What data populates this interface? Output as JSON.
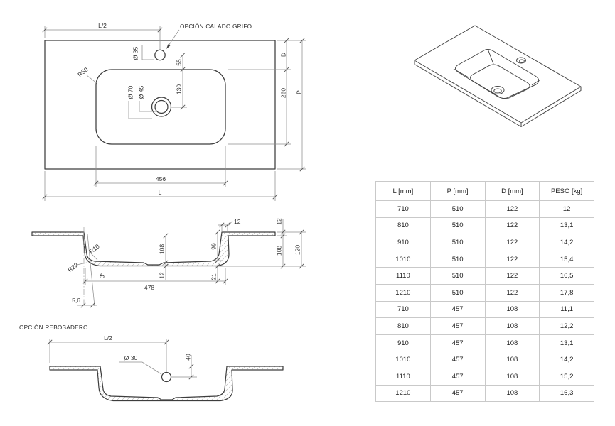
{
  "drawing": {
    "plan": {
      "callout": "OPCIÓN CALADO GRIFO",
      "dims": {
        "l_half": "L/2",
        "faucet_diameter": "Ø 35",
        "faucet_offset": "55",
        "corner_radius": "R50",
        "drain_outer": "Ø 70",
        "drain_inner": "Ø 45",
        "drain_offset": "130",
        "basin_length": "456",
        "total_length": "L",
        "deck_depth": "D",
        "basin_depth": "260",
        "total_depth": "P"
      }
    },
    "section": {
      "dims": {
        "wall_thickness": "12",
        "top_thickness": "12",
        "inner_depth_center": "108",
        "inner_depth_wall": "99",
        "depth_below_top": "108",
        "total_height": "120",
        "inner_radius": "R10",
        "outer_radius": "R22",
        "floor_slope": "3°",
        "floor_thickness": "12",
        "basin_width": "478",
        "bottom_clearance": "21",
        "wall_draft": "5,6"
      }
    },
    "overflow": {
      "title": "OPCIÓN REBOSADERO",
      "dims": {
        "l_half": "L/2",
        "hole_diameter": "Ø 30",
        "hole_offset": "40"
      }
    }
  },
  "table": {
    "headers": [
      "L [mm]",
      "P [mm]",
      "D [mm]",
      "PESO [kg]"
    ],
    "rows": [
      [
        "710",
        "510",
        "122",
        "12"
      ],
      [
        "810",
        "510",
        "122",
        "13,1"
      ],
      [
        "910",
        "510",
        "122",
        "14,2"
      ],
      [
        "1010",
        "510",
        "122",
        "15,4"
      ],
      [
        "1110",
        "510",
        "122",
        "16,5"
      ],
      [
        "1210",
        "510",
        "122",
        "17,8"
      ],
      [
        "710",
        "457",
        "108",
        "11,1"
      ],
      [
        "810",
        "457",
        "108",
        "12,2"
      ],
      [
        "910",
        "457",
        "108",
        "13,1"
      ],
      [
        "1010",
        "457",
        "108",
        "14,2"
      ],
      [
        "1110",
        "457",
        "108",
        "15,2"
      ],
      [
        "1210",
        "457",
        "108",
        "16,3"
      ]
    ]
  },
  "colors": {
    "outline": "#3d3d3d",
    "dimension": "#8e8e8e",
    "hatch": "#adadad",
    "table_border": "#c9c9c9",
    "text": "#333333",
    "background": "#ffffff"
  }
}
